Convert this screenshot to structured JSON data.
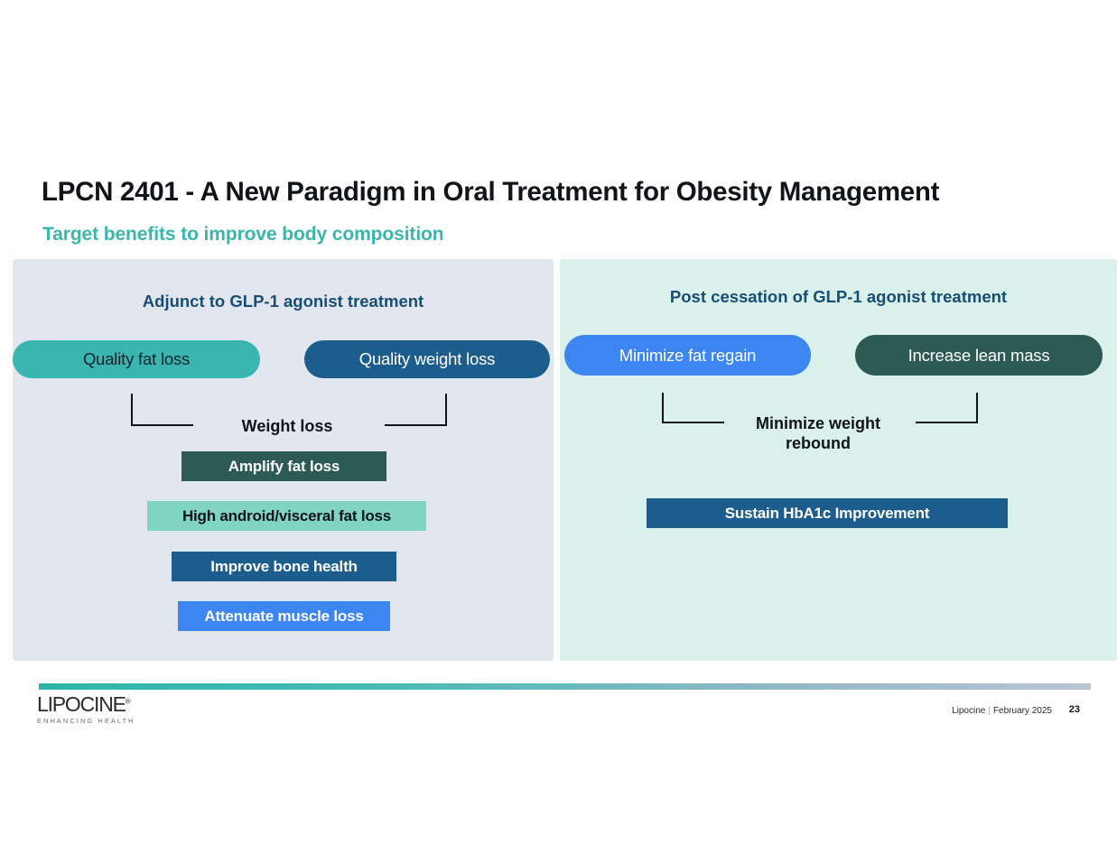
{
  "slide": {
    "title": "LPCN 2401 - A New Paradigm in Oral Treatment for Obesity Management",
    "subtitle": "Target benefits to improve body composition"
  },
  "panels": {
    "left": {
      "heading": "Adjunct to GLP-1 agonist treatment",
      "pills": [
        {
          "name": "quality-fat-loss",
          "label": "Quality fat loss",
          "color": "#3BB5B0",
          "text_color": "#10242C"
        },
        {
          "name": "quality-weight-loss",
          "label": "Quality weight loss",
          "color": "#1D5D8E",
          "text_color": "#FFFFFF"
        }
      ],
      "mid_label": "Weight loss",
      "bars": [
        {
          "name": "amplify-fat-loss",
          "label": "Amplify fat loss",
          "color": "#2D5A52",
          "text_color": "#FFFFFF"
        },
        {
          "name": "high-android-visceral-fat-loss",
          "label": "High android/visceral fat loss",
          "color": "#7FD4C4",
          "text_color": "#101418"
        },
        {
          "name": "improve-bone-health",
          "label": "Improve bone health",
          "color": "#1D5D8E",
          "text_color": "#FFFFFF"
        },
        {
          "name": "attenuate-muscle-loss",
          "label": "Attenuate muscle loss",
          "color": "#3D85F0",
          "text_color": "#FFFFFF"
        }
      ],
      "background": "#E2E6EE"
    },
    "right": {
      "heading": "Post cessation of GLP-1 agonist treatment",
      "pills": [
        {
          "name": "minimize-fat-regain",
          "label": "Minimize fat regain",
          "color": "#3D85F0",
          "text_color": "#FFFFFF"
        },
        {
          "name": "increase-lean-mass",
          "label": "Increase lean mass",
          "color": "#2D5A52",
          "text_color": "#FFFFFF"
        }
      ],
      "mid_label": "Minimize weight\nrebound",
      "bars": [
        {
          "name": "sustain-hba1c-improvement",
          "label": "Sustain HbA1c Improvement",
          "color": "#1D5D8E",
          "text_color": "#FFFFFF"
        }
      ],
      "background": "#DAF0EA"
    }
  },
  "footer": {
    "logo_word": "LIPOCINE",
    "logo_registered": "®",
    "logo_tagline": "ENHANCING HEALTH",
    "company": "Lipocine",
    "date": "February 2025",
    "page_number": "23",
    "rule_gradient_from": "#2BB5AB",
    "rule_gradient_to": "#B8C4D4"
  },
  "theme": {
    "accent_teal": "#3BB5AC",
    "heading_navy": "#174E73",
    "title_color": "#111418"
  }
}
